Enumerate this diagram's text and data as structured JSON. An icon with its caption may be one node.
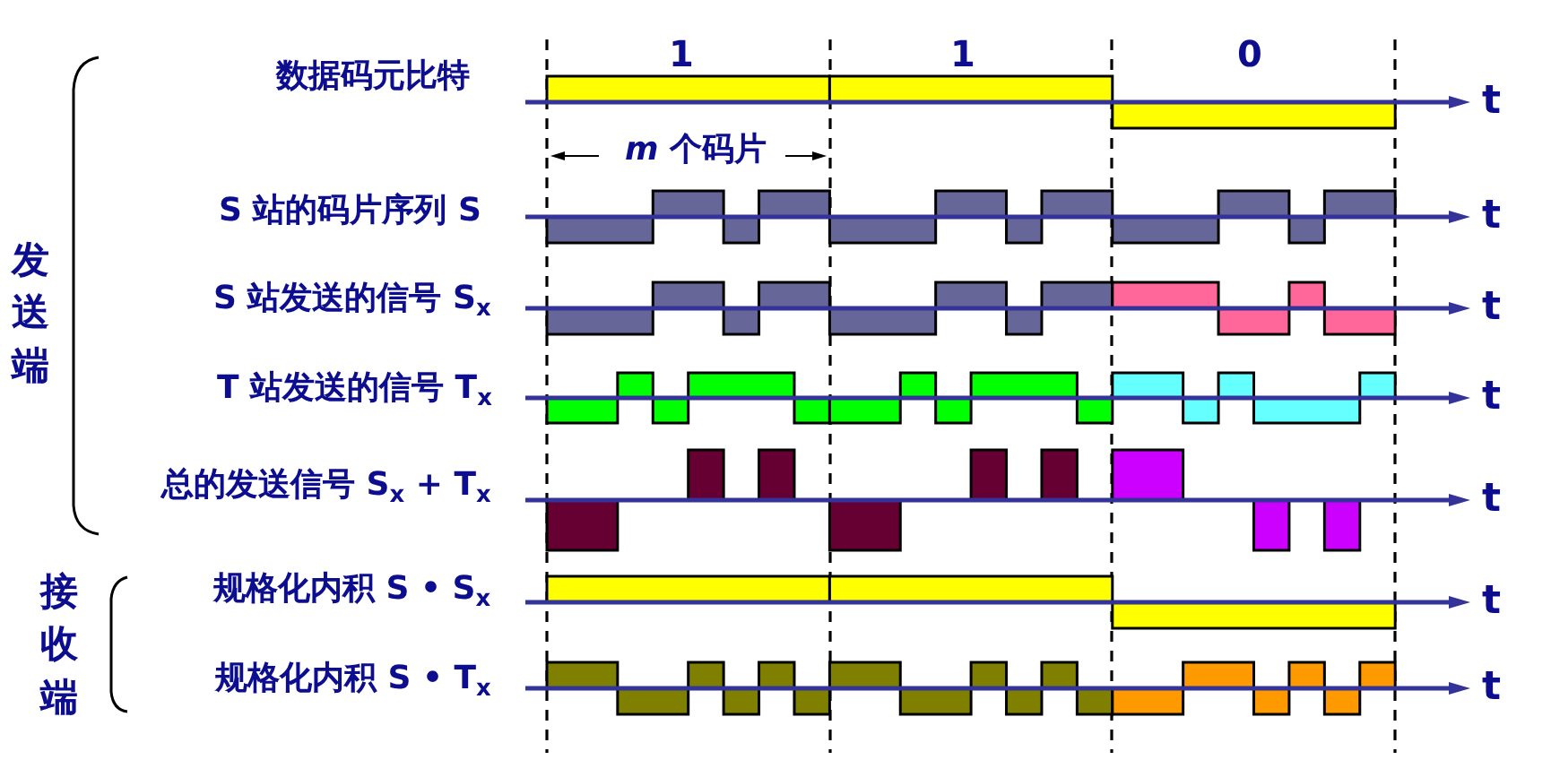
{
  "diagram": {
    "labels": [
      "1",
      "1",
      "0",
      "数据码元比特",
      "t",
      "*m* 个码片",
      "S 站的码片序列 S",
      "t",
      "发送端",
      "S 站发送的信号 S$_{x}$",
      "t",
      "T 站发送的信号 T$_{x}$",
      "t",
      "总的发送信号 S$_{x}$ + T$_{x}$",
      "t",
      "接收端",
      "规格化内积 S • S$_{x}$",
      "t",
      "规格化内积 S • T$_{x}$",
      "t"
    ]
  }
}
